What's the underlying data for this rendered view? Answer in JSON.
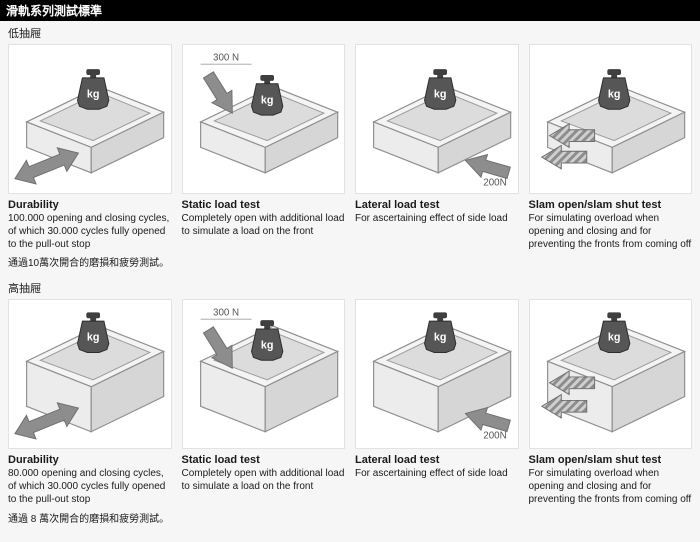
{
  "kg": "kg",
  "header": {
    "title": "滑軌系列測試標準"
  },
  "sections": [
    {
      "label": "低抽屜",
      "tests": [
        {
          "title": "Durability",
          "desc": "100.000 opening and closing cycles, of which 30.000 cycles fully opened to the pull-out stop",
          "note": "通過10萬次開合的磨損和疲勞測試。"
        },
        {
          "title": "Static load test",
          "desc": "Completely open with additional load to simulate a load on the front",
          "force": "300 N"
        },
        {
          "title": "Lateral load test",
          "desc": "For ascertaining effect of side load",
          "force": "200N"
        },
        {
          "title": "Slam open/slam shut test",
          "desc": "For simulating overload when opening and closing and for preventing the fronts from coming off"
        }
      ]
    },
    {
      "label": "高抽屜",
      "tests": [
        {
          "title": "Durability",
          "desc": "80.000 opening and closing cycles, of which 30.000 cycles fully opened to the pull-out stop",
          "note": "通過 8 萬次開合的磨損和疲勞測試。"
        },
        {
          "title": "Static load test",
          "desc": "Completely open with additional load to simulate a load on the front",
          "force": "300 N"
        },
        {
          "title": "Lateral load test",
          "desc": "For ascertaining effect of side load",
          "force": "200N"
        },
        {
          "title": "Slam open/slam shut test",
          "desc": "For simulating overload when opening and closing and for preventing the fronts from coming off"
        }
      ]
    }
  ]
}
